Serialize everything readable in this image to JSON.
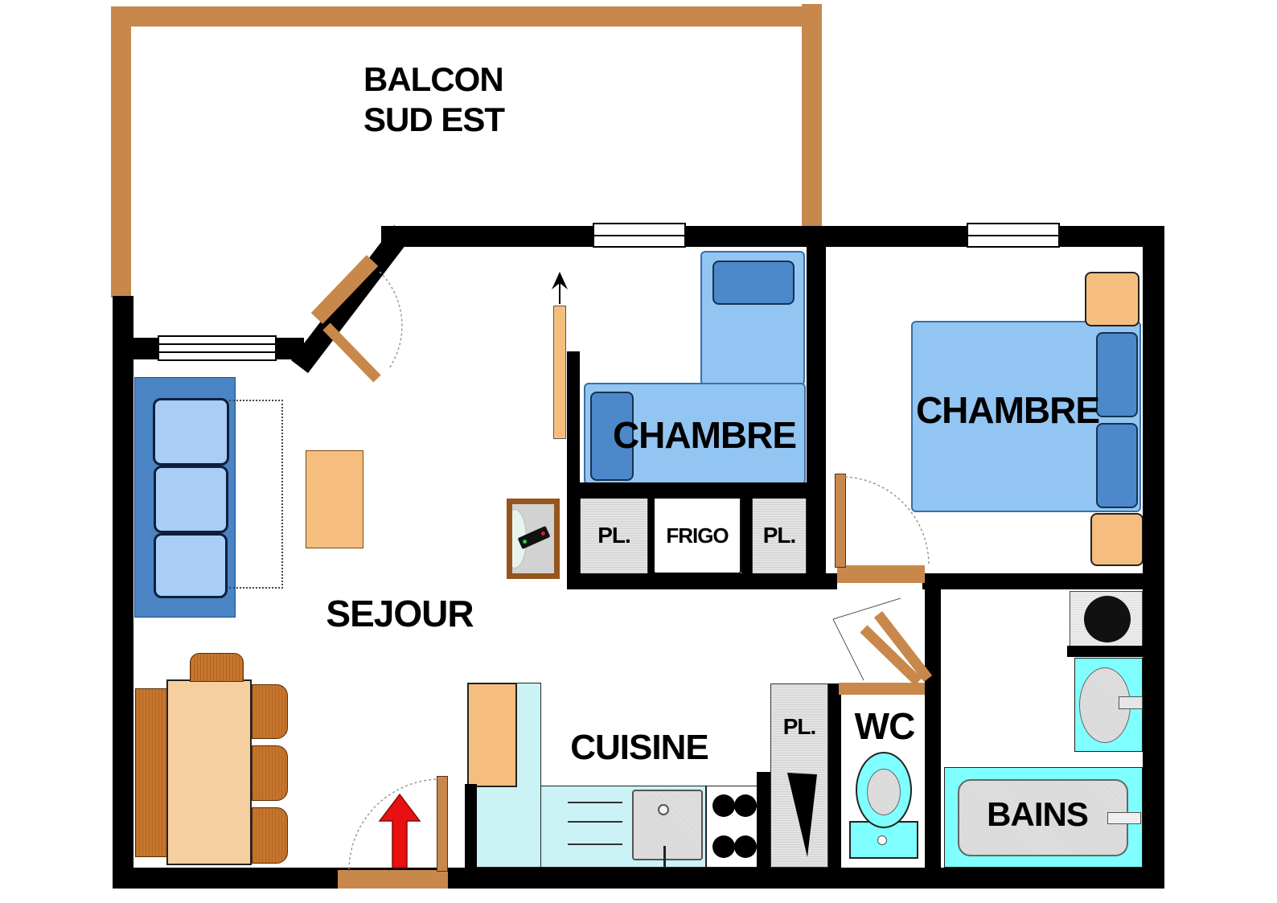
{
  "colors": {
    "wall": "#000000",
    "wood_trim": "#C8884B",
    "furniture_orange": "#F6BE7E",
    "table_tan": "#F6CFA0",
    "chair_brown": "#C8762C",
    "bed_light_blue": "#92C5F2",
    "bed_dark_blue": "#4C88CA",
    "sofa_frame_blue": "#4A84C4",
    "counter_cyan": "#CBF2F4",
    "fixture_cyan": "#7FFFFF",
    "fixture_gray": "#E0E0E0",
    "closet_gray": "#E3E3E3",
    "entrance_arrow_red": "#E81010"
  },
  "labels": {
    "balcony_line1": "BALCON",
    "balcony_line2": "SUD EST",
    "bedroom_small": "CHAMBRE",
    "bedroom_large": "CHAMBRE",
    "living_room": "SEJOUR",
    "kitchen": "CUISINE",
    "fridge": "FRIGO",
    "closet_hall_left": "PL.",
    "closet_hall_right": "PL.",
    "closet_kitchen": "PL.",
    "toilet": "WC",
    "bathroom": "BAINS"
  }
}
